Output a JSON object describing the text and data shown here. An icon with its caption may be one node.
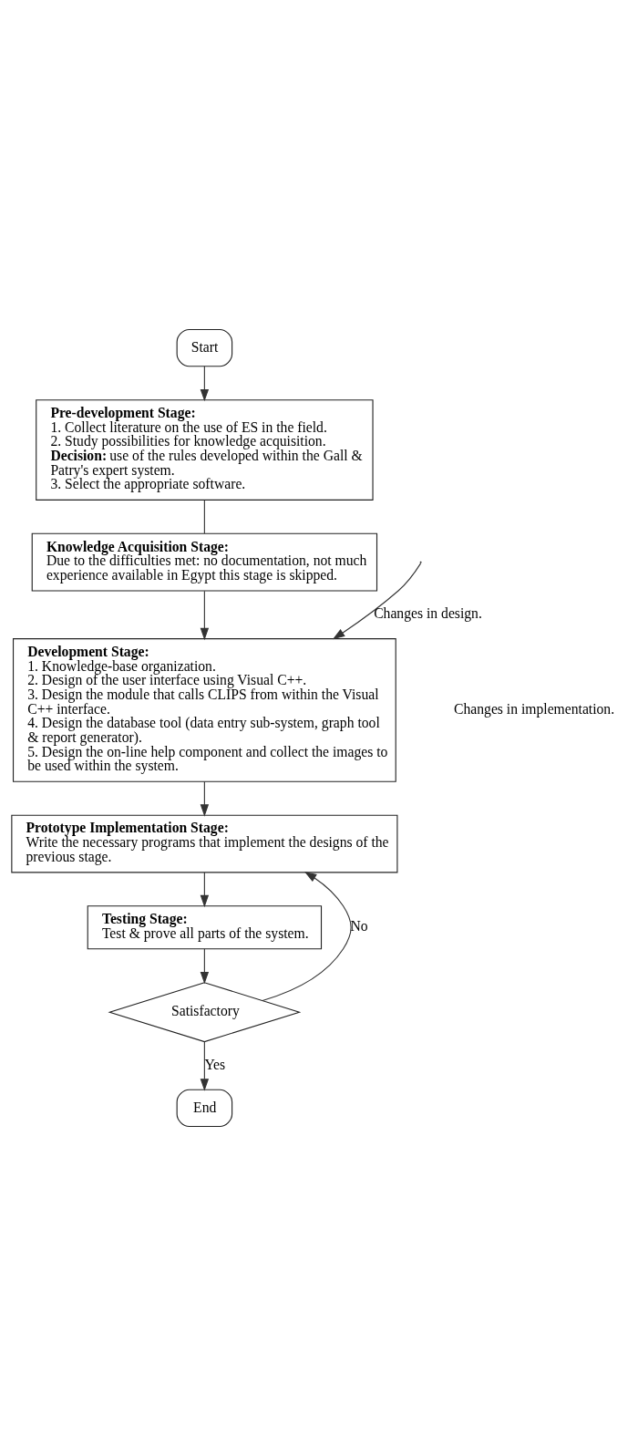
{
  "diagram": {
    "nodes": [
      {
        "text": [
          "Start"
        ]
      },
      {
        "text": [
          "Pre-development Stage:",
          "1. Collect literature on the use of ES in the field.",
          "2. Study possibilities for knowledge acquisition.",
          "**Decision:** use of the rules developed within the Gall & Patry's expert system.",
          "3. Select the appropriate software."
        ]
      },
      {
        "text": [
          "Knowledge Acquisition Stage:",
          "Due to the difficulties met: no documentation, not much experience available in Egypt this stage is skipped."
        ]
      },
      {
        "text": [
          "Development Stage:",
          "1. Knowledge-base organization.",
          "2. Design of the user interface using Visual C++.",
          "3. Design the module that calls CLIPS from within the Visual C++ interface.",
          "4. Design the database tool (data entry sub-system, graph tool & report generator).",
          "5. Design the on-line help component and collect the images to be used within the system."
        ]
      },
      {
        "text": [
          "Prototype Implementation Stage:",
          "Write the necessary programs that implement the designs of the previous stage."
        ]
      },
      {
        "text": [
          "Testing Stage:",
          "Test & prove all parts of the system."
        ]
      },
      {
        "text": [
          "Satisfactory"
        ]
      },
      {
        "text": [
          "End"
        ]
      }
    ],
    "edges": [
      {
        "from": 0,
        "to": 1,
        "arrow": "to"
      },
      {
        "from": 1,
        "to": 2,
        "arrow": "none"
      },
      {
        "from": 2,
        "to": 3,
        "arrow": "to"
      },
      {
        "from": null,
        "to": 3,
        "arrow": "to",
        "label": "Changes in design."
      },
      {
        "from": 3,
        "to": 4,
        "arrow": "to"
      },
      {
        "from": 4,
        "to": 5,
        "arrow": "to"
      },
      {
        "from": 5,
        "to": 6,
        "arrow": "to"
      },
      {
        "from": 6,
        "to": 7,
        "arrow": "to",
        "label": "Yes"
      },
      {
        "from": 6,
        "to": 4,
        "arrow": "to",
        "label": "No"
      }
    ],
    "labels": [
      "Changes in implementation."
    ]
  }
}
